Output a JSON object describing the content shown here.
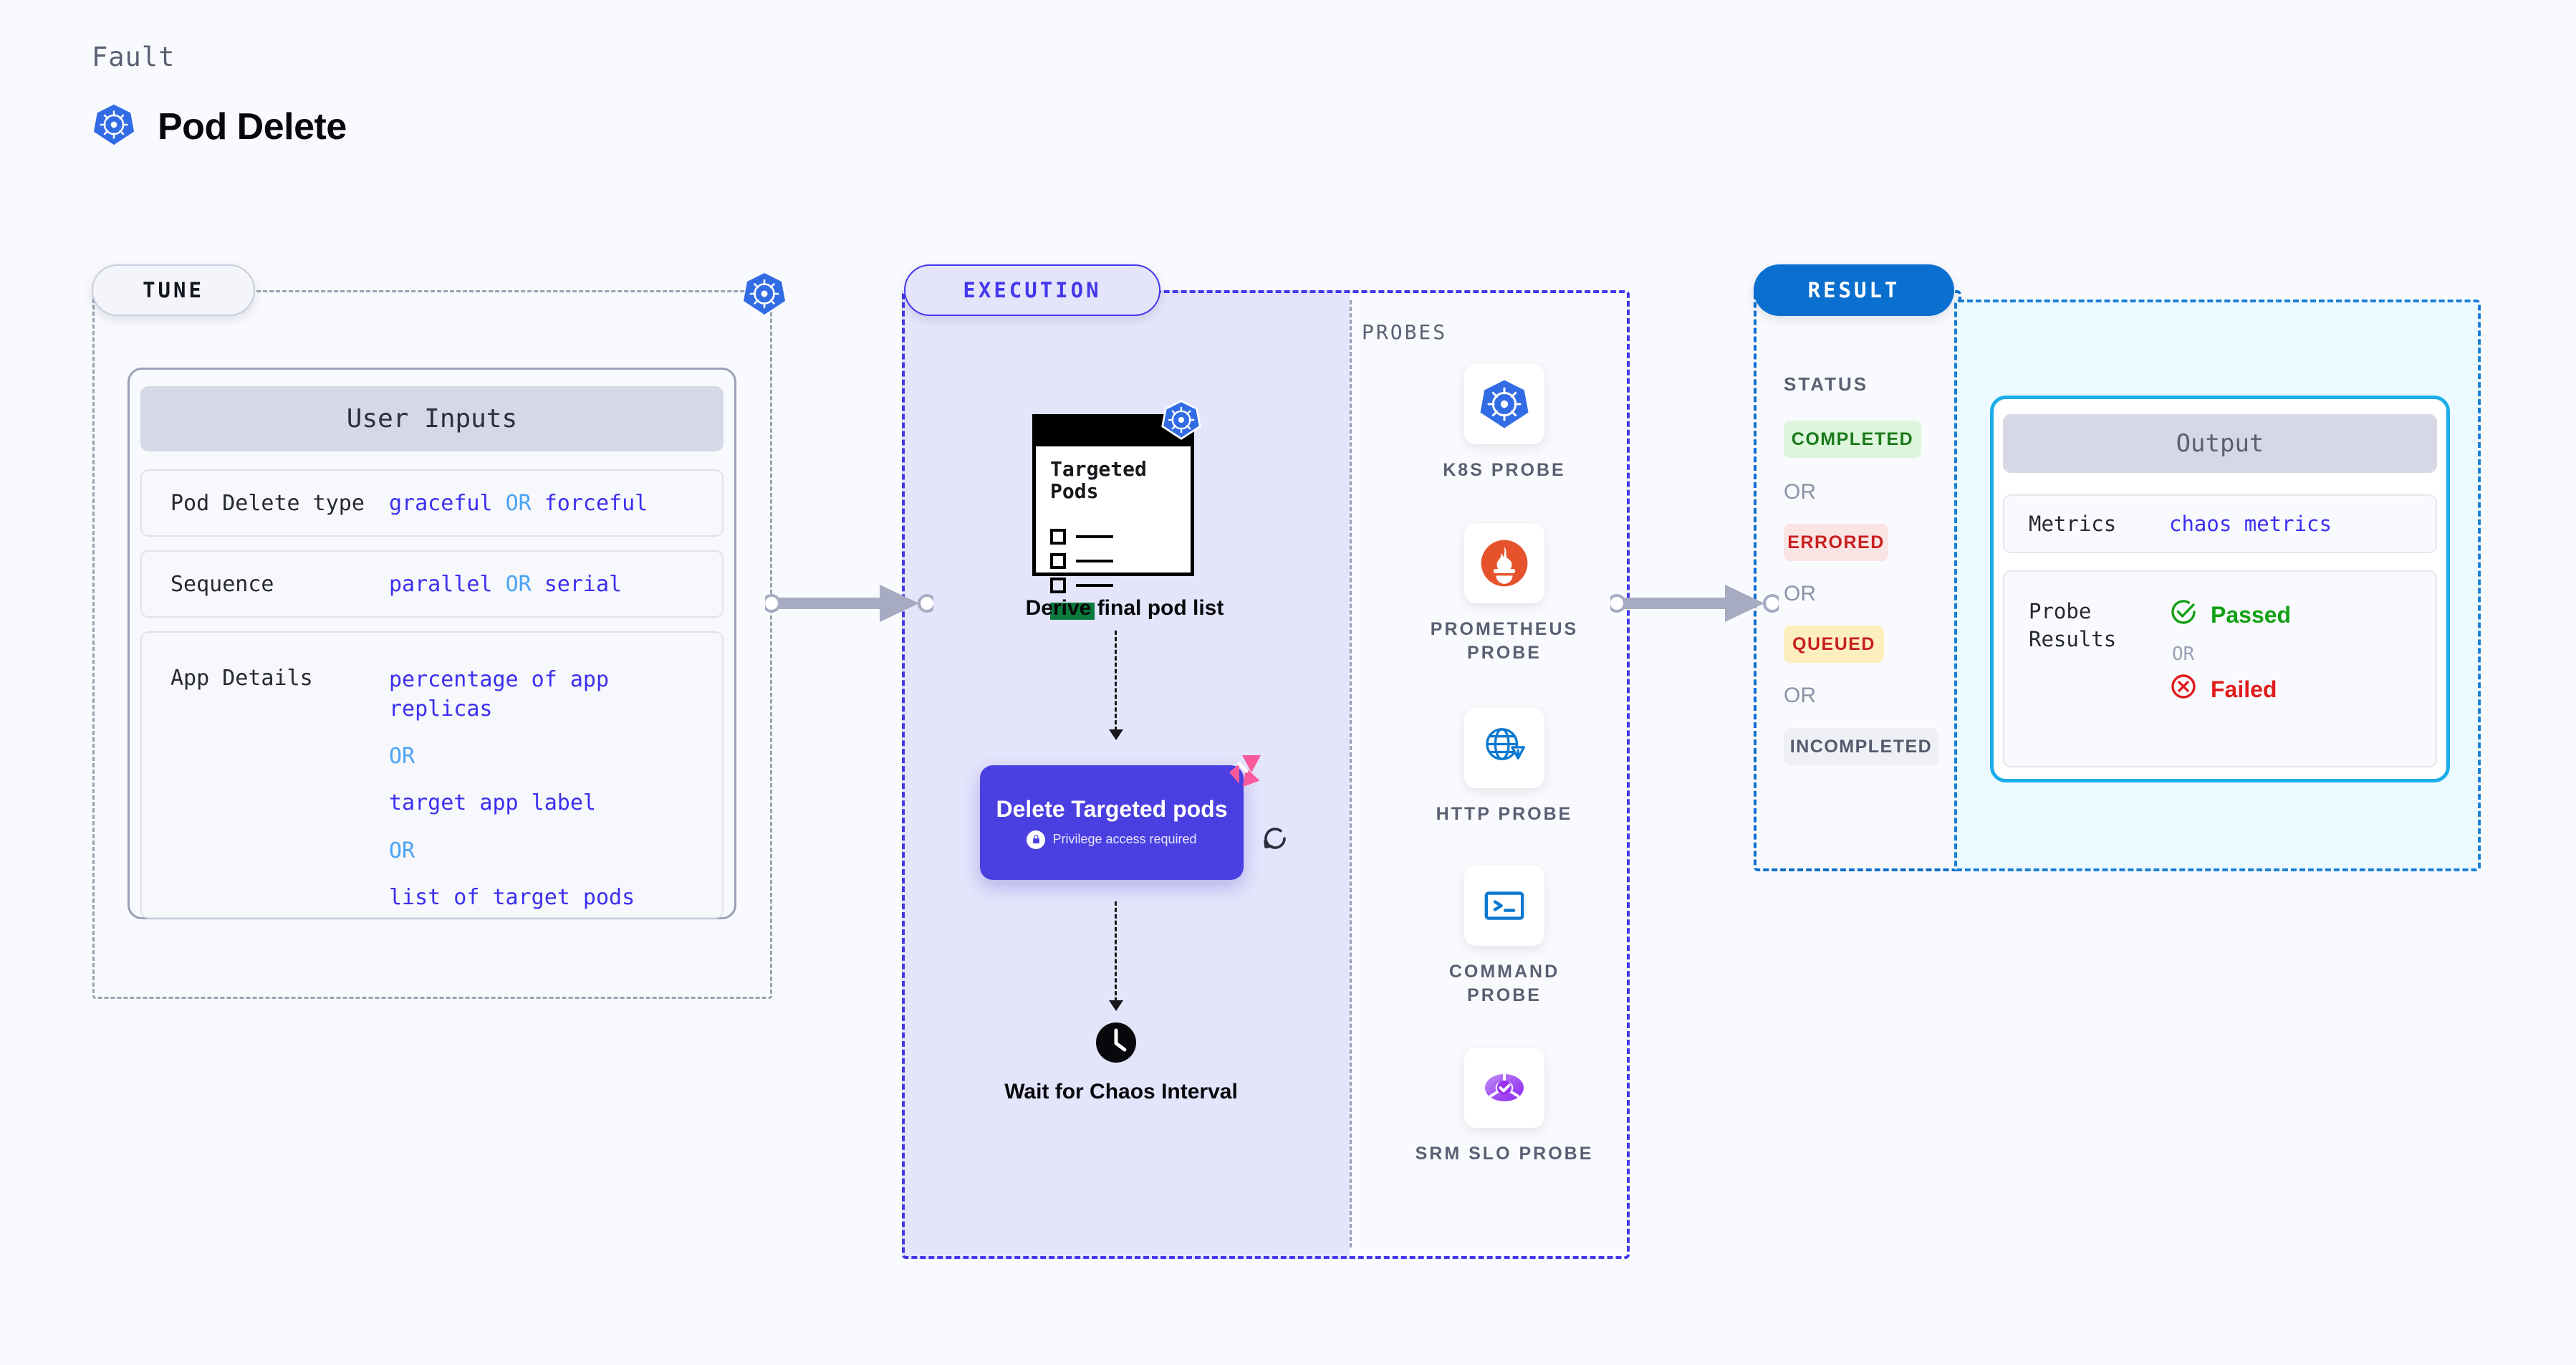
{
  "header": {
    "eyebrow": "Fault",
    "title": "Pod Delete",
    "icon": "kubernetes-icon"
  },
  "tune": {
    "pill_label": "TUNE",
    "border_k8s_icon": "kubernetes-icon",
    "card_title": "User Inputs",
    "rows": [
      {
        "key": "Pod Delete type",
        "values": [
          "graceful",
          "forceful"
        ],
        "separator": "OR",
        "layout": "inline"
      },
      {
        "key": "Sequence",
        "values": [
          "parallel",
          "serial"
        ],
        "separator": "OR",
        "layout": "inline"
      },
      {
        "key": "App Details",
        "values": [
          "percentage of app replicas",
          "target app label",
          "list of target pods"
        ],
        "separator": "OR",
        "layout": "stacked"
      }
    ]
  },
  "execution": {
    "pill_label": "EXECUTION",
    "derive_node": {
      "card_title": "Targeted Pods",
      "badge_icon": "kubernetes-icon",
      "caption": "Derive final pod list",
      "checklist_items": 3
    },
    "delete_node": {
      "title": "Delete Targeted pods",
      "privilege_note": "Privilege access required",
      "lock_icon": "lock-icon",
      "corner_icon": "litmus-chaos-icon",
      "loop_icon": "rotate-loop-icon"
    },
    "wait_node": {
      "icon": "clock-icon",
      "caption": "Wait for Chaos Interval"
    }
  },
  "probes": {
    "section_label": "PROBES",
    "items": [
      {
        "name": "K8S PROBE",
        "icon": "kubernetes-icon"
      },
      {
        "name": "PROMETHEUS PROBE",
        "icon": "prometheus-icon"
      },
      {
        "name": "HTTP PROBE",
        "icon": "globe-warning-icon"
      },
      {
        "name": "COMMAND PROBE",
        "icon": "terminal-icon"
      },
      {
        "name": "SRM SLO PROBE",
        "icon": "slo-donut-check-icon"
      }
    ]
  },
  "result": {
    "pill_label": "RESULT",
    "status_label": "STATUS",
    "separator": "OR",
    "statuses": [
      {
        "label": "COMPLETED",
        "bg": "#ddf5dd",
        "fg": "#1a7a1a"
      },
      {
        "label": "ERRORED",
        "bg": "#fbe4e4",
        "fg": "#c71f1f"
      },
      {
        "label": "QUEUED",
        "bg": "#fdeebd",
        "fg": "#c71f1f"
      },
      {
        "label": "INCOMPLETED",
        "bg": "#eef0f6",
        "fg": "#55596b"
      }
    ]
  },
  "output": {
    "card_title": "Output",
    "metrics_key": "Metrics",
    "metrics_value": "chaos metrics",
    "probe_results_key": "Probe Results",
    "verdict_pass": "Passed",
    "verdict_fail": "Failed",
    "verdict_separator": "OR",
    "pass_icon": "check-circle-icon",
    "fail_icon": "x-circle-icon"
  },
  "colors": {
    "background": "#f9fafd",
    "tune_border": "#9aa0b4",
    "execution_accent": "#4338ea",
    "execution_fill": "#e4e4fb",
    "result_accent": "#0b6fd0",
    "output_fill": "#ecfaff",
    "output_border": "#1badea",
    "value_purple": "#3b2ff0",
    "or_blue": "#4aa3f5",
    "delete_node": "#4a3fe0",
    "litmus_pink": "#fa5a9b",
    "k8s_blue": "#326ce5",
    "prometheus_orange": "#e6522c"
  }
}
